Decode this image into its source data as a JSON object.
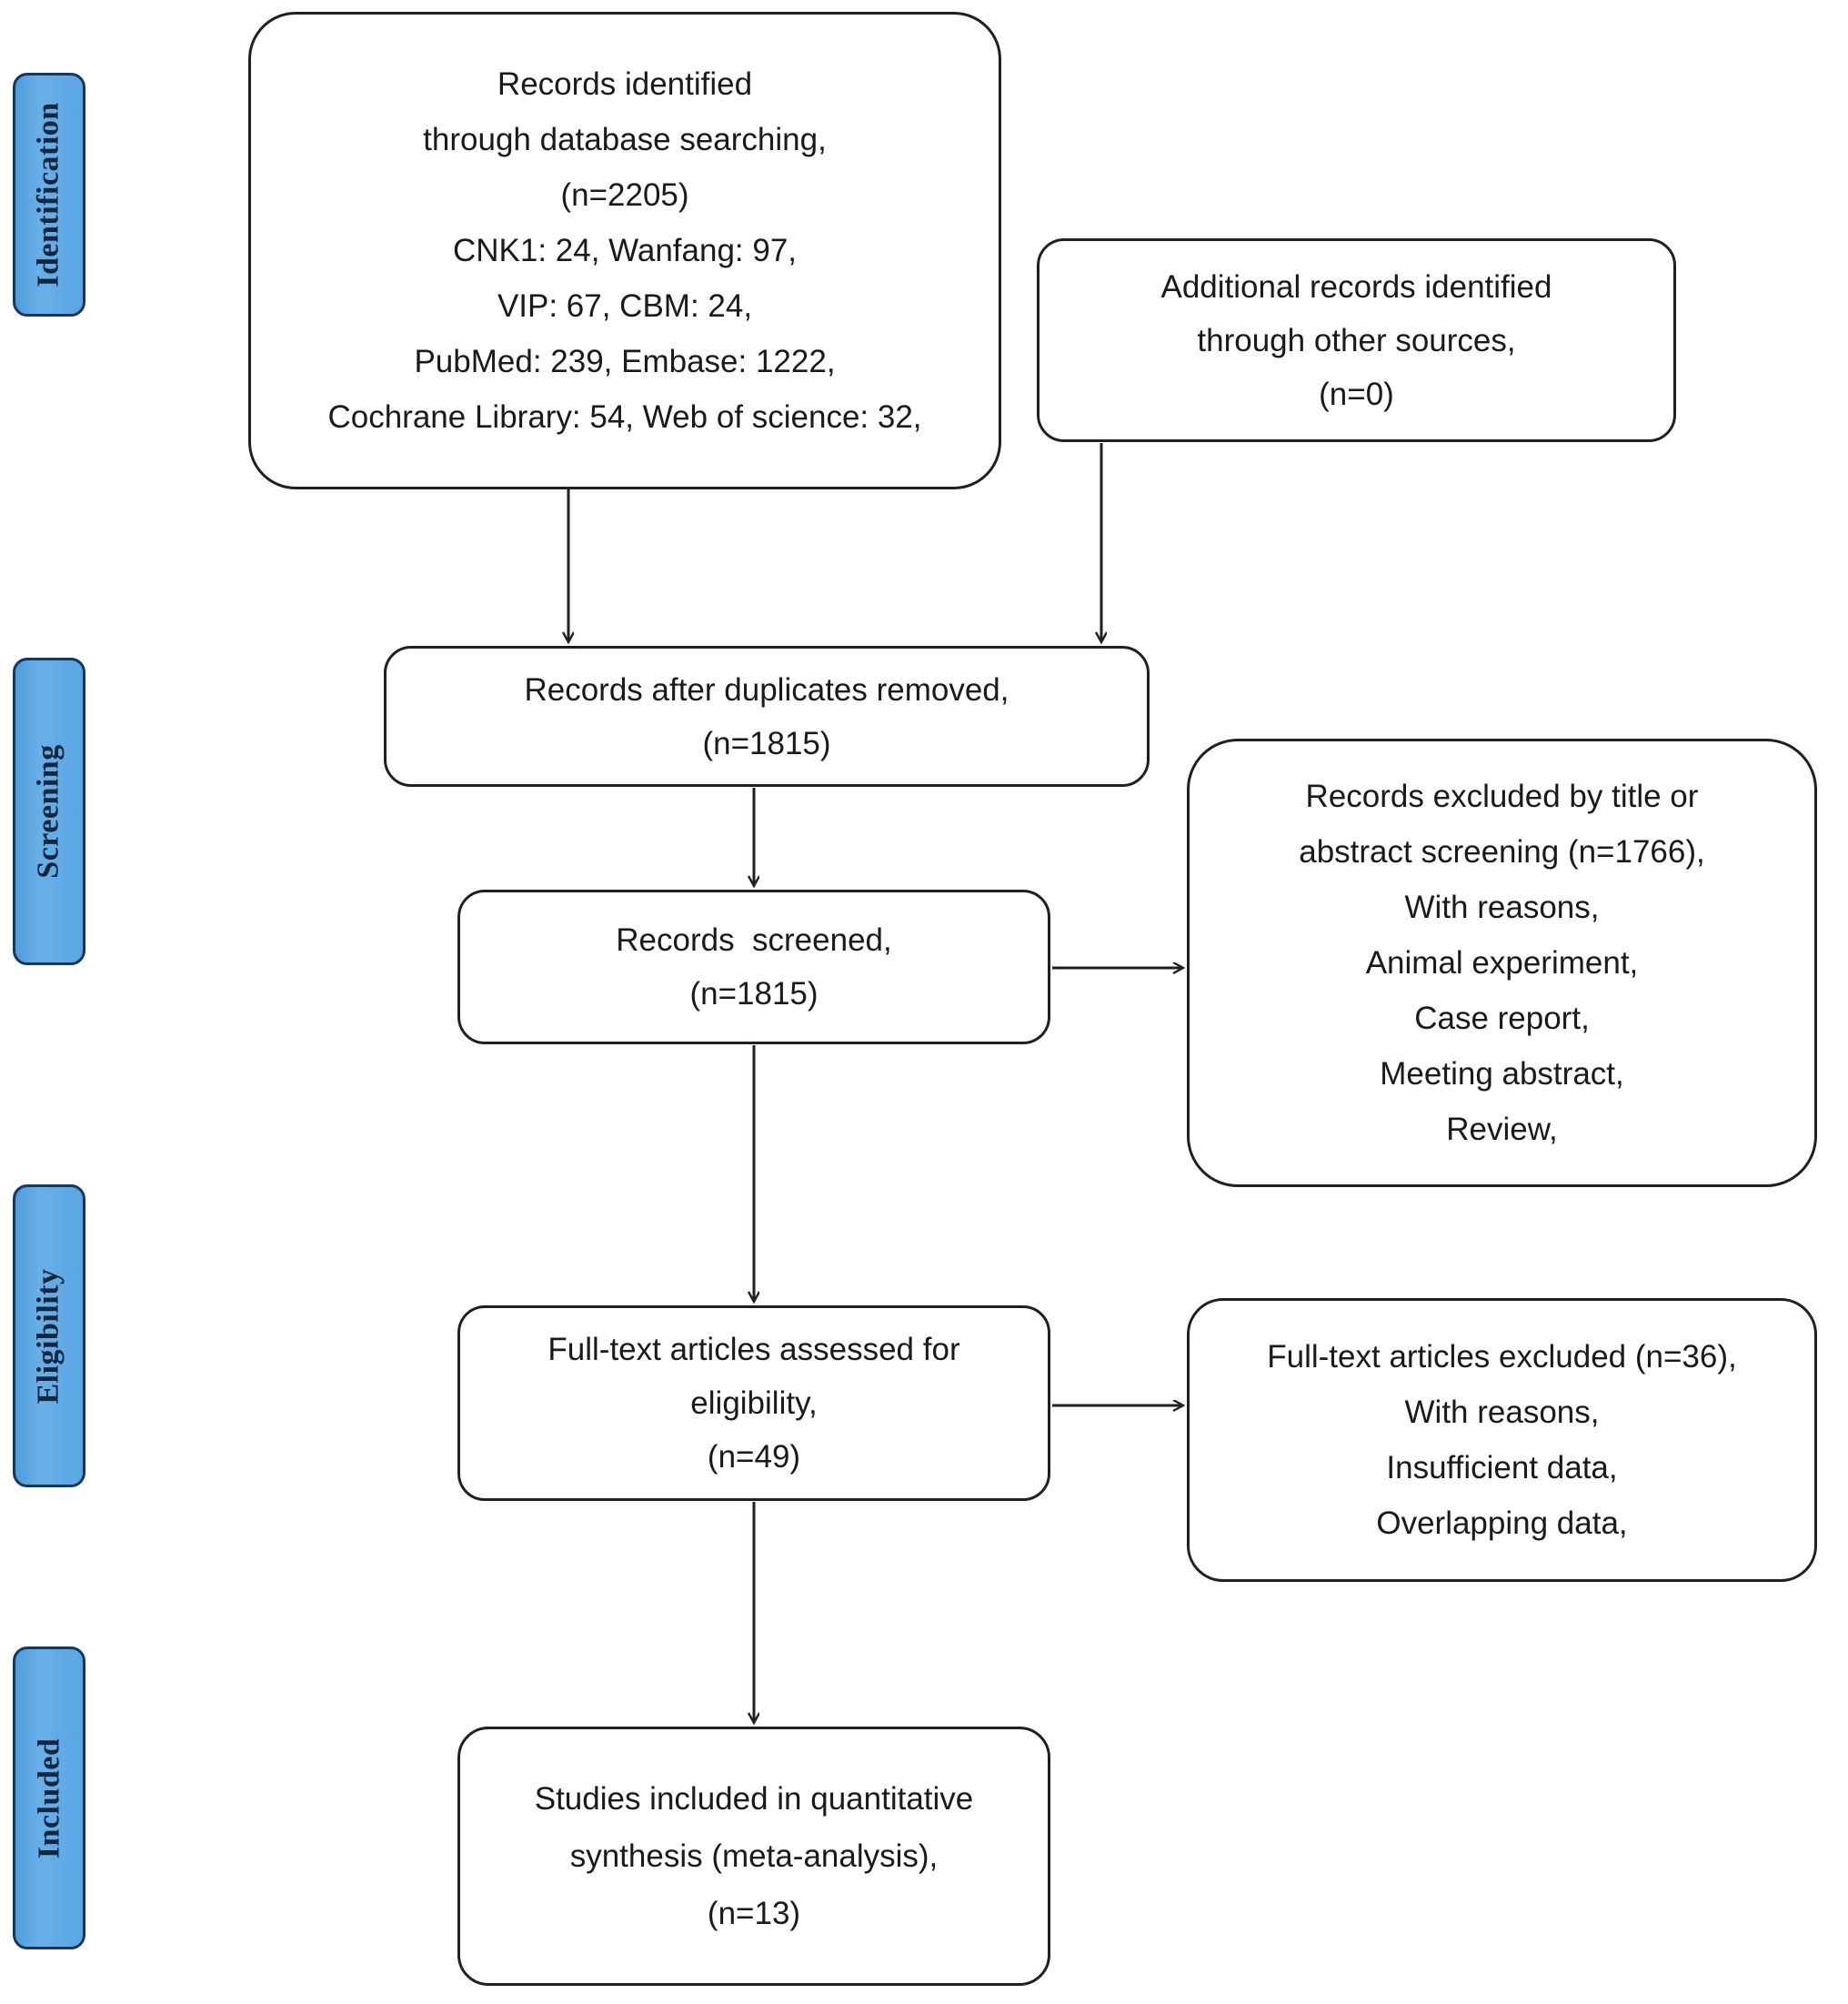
{
  "diagram": {
    "type": "prisma-flow-diagram",
    "stages": [
      {
        "id": "identification",
        "label": "Identification"
      },
      {
        "id": "screening",
        "label": "Screening"
      },
      {
        "id": "eligibility",
        "label": "Eligibility"
      },
      {
        "id": "included",
        "label": "Included"
      }
    ],
    "colors": {
      "stage_fill": "#5aa6e4",
      "stage_border": "#17375e",
      "box_border": "#231f20",
      "box_fill": "#ffffff",
      "text": "#1a1a1a"
    },
    "boxes": {
      "identified": {
        "name": "records-identified",
        "lines": [
          "Records identified",
          "through database searching,",
          "(n=2205)",
          "CNK1: 24, Wanfang: 97,",
          "VIP: 67, CBM: 24,",
          "PubMed: 239, Embase: 1222,",
          "Cochrane Library: 54, Web of science: 32,"
        ]
      },
      "additional": {
        "name": "additional-records",
        "lines": [
          "Additional records identified",
          "through other sources,",
          "(n=0)"
        ]
      },
      "duplicates": {
        "name": "records-after-duplicates-removed",
        "lines": [
          "Records after duplicates removed,",
          "(n=1815)"
        ]
      },
      "screened": {
        "name": "records-screened",
        "lines": [
          "Records  screened,",
          "(n=1815)"
        ]
      },
      "excluded_screening": {
        "name": "records-excluded-screening",
        "lines": [
          "Records excluded by title or",
          "abstract screening (n=1766),",
          "With reasons,",
          "Animal experiment,",
          "Case report,",
          "Meeting abstract,",
          "Review,"
        ]
      },
      "fulltext": {
        "name": "full-text-assessed",
        "lines": [
          "Full-text articles assessed for",
          "eligibility,",
          "(n=49)"
        ]
      },
      "excluded_fulltext": {
        "name": "full-text-excluded",
        "lines": [
          "Full-text articles excluded (n=36),",
          "With reasons,",
          "Insufficient data,",
          "Overlapping data,"
        ]
      },
      "included": {
        "name": "studies-included",
        "lines": [
          "Studies included in quantitative",
          "synthesis (meta-analysis),",
          "(n=13)"
        ]
      }
    },
    "counts": {
      "database_records": 2205,
      "cnk1": 24,
      "wanfang": 97,
      "vip": 67,
      "cbm": 24,
      "pubmed": 239,
      "embase": 1222,
      "cochrane_library": 54,
      "web_of_science": 32,
      "additional_records": 0,
      "after_duplicates": 1815,
      "screened": 1815,
      "excluded_title_abstract": 1766,
      "fulltext_assessed": 49,
      "fulltext_excluded": 36,
      "included_meta_analysis": 13
    }
  }
}
